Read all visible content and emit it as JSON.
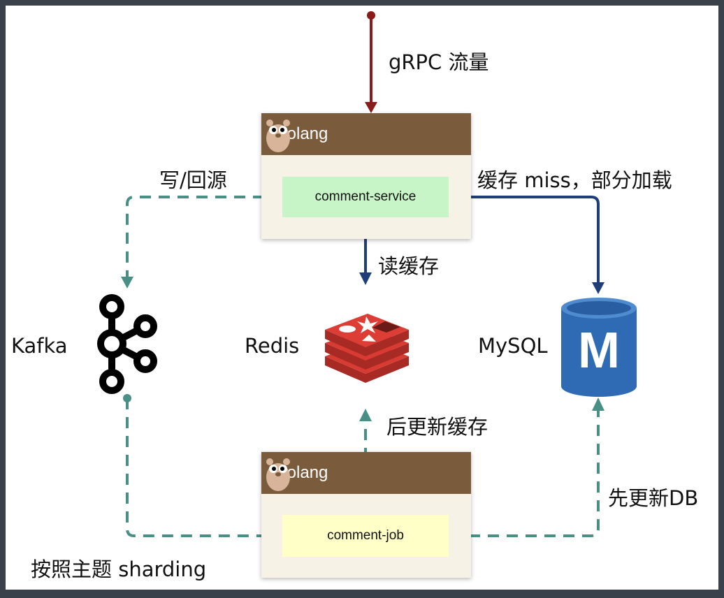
{
  "top_flow_label": "gRPC 流量",
  "nodes": {
    "service": {
      "header": "Golang",
      "component": "comment-service"
    },
    "job": {
      "header": "Golang",
      "component": "comment-job"
    }
  },
  "stores": {
    "kafka": "Kafka",
    "redis": "Redis",
    "mysql": "MySQL",
    "mysql_logo_letter": "M"
  },
  "edges": {
    "write_source": "写/回源",
    "cache_miss": "缓存 miss，部分加载",
    "read_cache": "读缓存",
    "update_cache_after": "后更新缓存",
    "update_db_first": "先更新DB",
    "shard_by_topic": "按照主题 sharding"
  },
  "colors": {
    "grpc_arrow": "#8b1a1a",
    "read_arrow": "#1f3e78",
    "async_arrow": "#4a8f86",
    "golang_header": "#7a5c3c",
    "service_fill": "#c8f5c8",
    "job_fill": "#ffffc8",
    "redis_red": "#c8362f",
    "mysql_blue": "#2f6bb5"
  }
}
